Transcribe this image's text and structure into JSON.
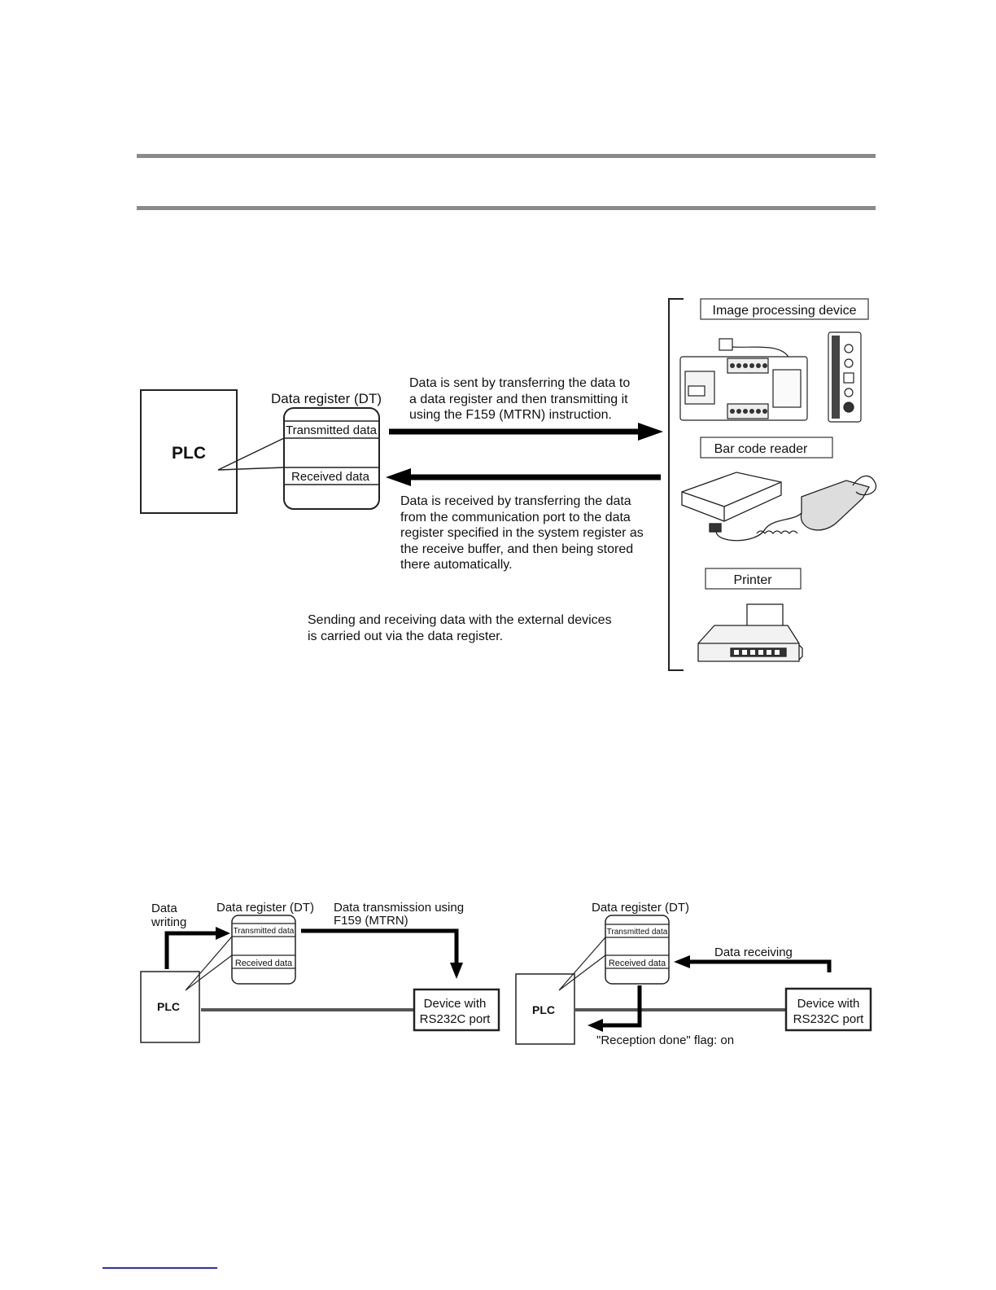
{
  "diagram1": {
    "plc_label": "PLC",
    "register_title": "Data register (DT)",
    "transmitted_label": "Transmitted data",
    "received_label": "Received data",
    "send_text": [
      "Data is sent by transferring the data to",
      "a data register and then transmitting it",
      "using the F159 (MTRN) instruction."
    ],
    "receive_text": [
      "Data is received by transferring the data",
      "from the communication port to the data",
      "register specified in the system register as",
      "the receive buffer, and then being stored",
      "there automatically."
    ],
    "summary_text": [
      "Sending and receiving data with the external devices",
      "is carried out via the data register."
    ],
    "devices": [
      {
        "label": "Image processing device",
        "icon": "image-processing-device-icon"
      },
      {
        "label": "Bar code reader",
        "icon": "bar-code-reader-icon"
      },
      {
        "label": "Printer",
        "icon": "printer-icon"
      }
    ]
  },
  "diagram2": {
    "left": {
      "writing_label": [
        "Data",
        "writing"
      ],
      "register_title": "Data register (DT)",
      "transmitted_label": "Transmitted data",
      "received_label": "Received data",
      "transmission_label": [
        "Data transmission using",
        "F159 (MTRN)"
      ],
      "plc_label": "PLC",
      "device_label": [
        "Device with",
        "RS232C port"
      ]
    },
    "right": {
      "register_title": "Data register (DT)",
      "transmitted_label": "Transmitted data",
      "received_label": "Received data",
      "receiving_label": "Data receiving",
      "plc_label": "PLC",
      "device_label": [
        "Device with",
        "RS232C port"
      ],
      "flag_label": "\"Reception done\" flag: on"
    }
  }
}
